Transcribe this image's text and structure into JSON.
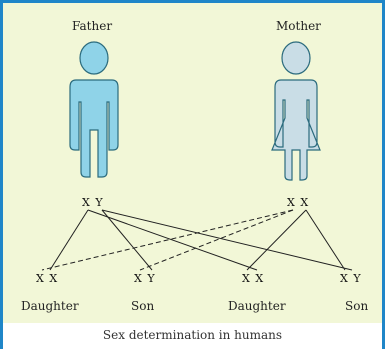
{
  "parents": {
    "father": {
      "label": "Father",
      "genotype": "X Y",
      "color": "#8fd3e8"
    },
    "mother": {
      "label": "Mother",
      "genotype": "X X",
      "color": "#c9dde6"
    }
  },
  "offspring": [
    {
      "label": "Daughter",
      "genotype": "X X"
    },
    {
      "label": "Son",
      "genotype": "X Y"
    },
    {
      "label": "Daughter",
      "genotype": "X X"
    },
    {
      "label": "Son",
      "genotype": "X Y"
    }
  ],
  "caption": "Sex determination in humans",
  "colors": {
    "frame_border": "#1f86c8",
    "background": "#f2f7d7",
    "figure_outline": "#2b6b7d",
    "cross_lines": "#222222"
  }
}
